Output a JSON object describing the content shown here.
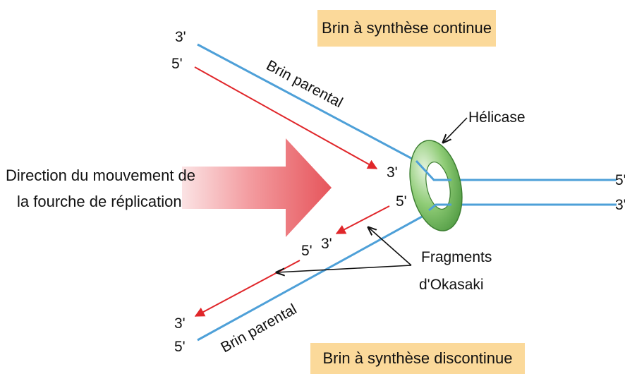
{
  "title_continuous": "Brin à synthèse continue",
  "title_discontinuous": "Brin à synthèse discontinue",
  "parent_strand_top": "Brin parental",
  "parent_strand_bottom": "Brin parental",
  "helicase_label": "Hélicase",
  "direction_label": [
    "Direction du mouvement de",
    "la fourche de réplication"
  ],
  "fragments_label": [
    "Fragments",
    "d'Okasaki"
  ],
  "ends": {
    "top_left_upper": "3'",
    "top_left_lower": "5'",
    "fork_upper": "3'",
    "fork_lower": "5'",
    "fragment_3prime": "3'",
    "fragment_5prime": "5'",
    "bottom_left_upper": "3'",
    "bottom_left_lower": "5'",
    "right_upper": "5'",
    "right_lower": "3'"
  },
  "colors": {
    "parental_strand": "#4ea0d8",
    "new_strand": "#e0262a",
    "label_box": "#fbd99a",
    "helicase": "#5fae4e",
    "arrow": "#ea6b70"
  }
}
